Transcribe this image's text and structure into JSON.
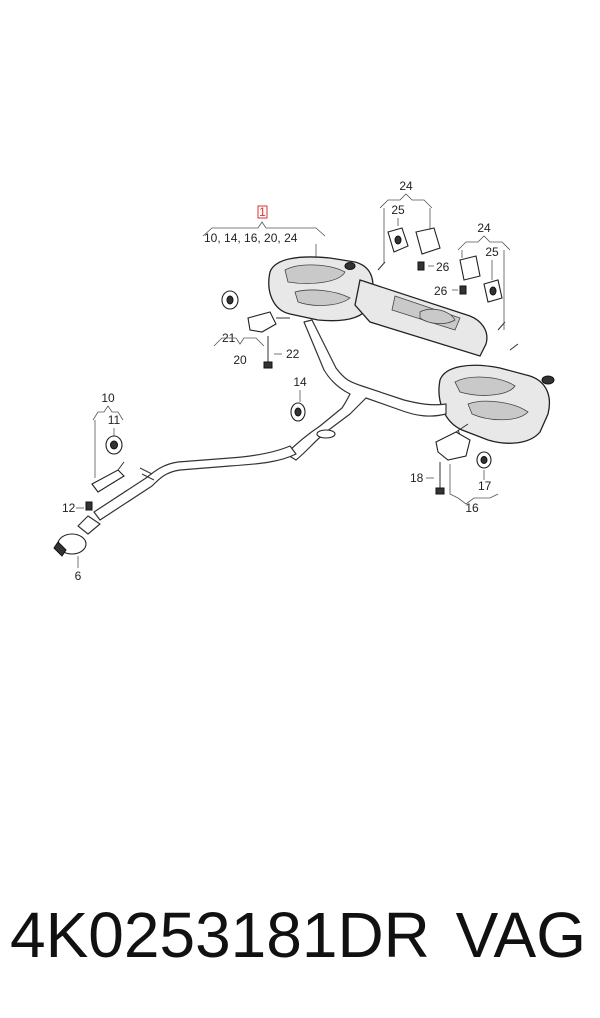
{
  "diagram": {
    "highlight_label": "1",
    "group_label": "10, 14, 16, 20, 24",
    "callouts": {
      "c6": "6",
      "c10": "10",
      "c11": "11",
      "c12": "12",
      "c14": "14",
      "c16": "16",
      "c17": "17",
      "c18": "18",
      "c20": "20",
      "c21": "21",
      "c22": "22",
      "c24a": "24",
      "c24b": "24",
      "c25a": "25",
      "c25b": "25",
      "c26a": "26",
      "c26b": "26"
    },
    "highlight_color": "#d9342b"
  },
  "footer": {
    "part_number": "4K0253181DR",
    "brand": "VAG"
  }
}
